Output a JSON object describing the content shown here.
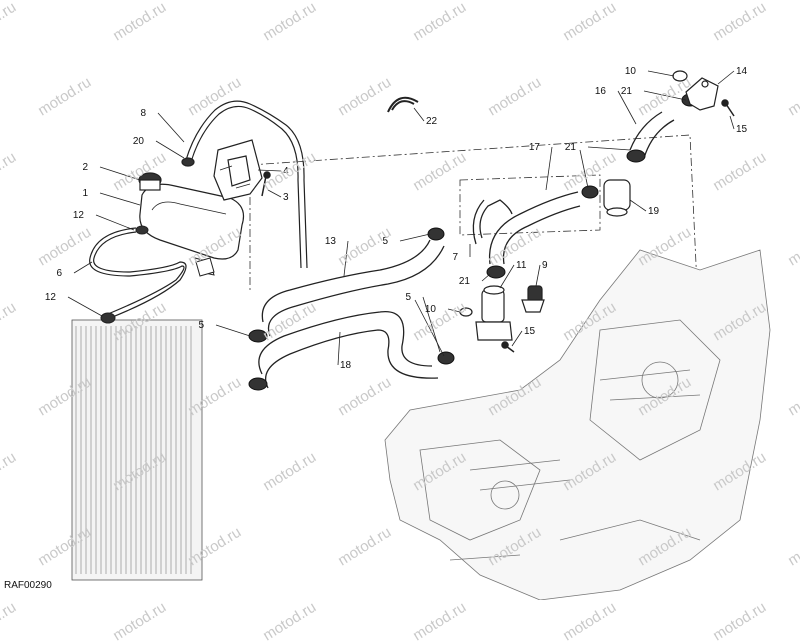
{
  "watermark": "motod.ru",
  "drawing_code": "RAF00290",
  "callouts": [
    {
      "id": "c1",
      "label": "1"
    },
    {
      "id": "c2",
      "label": "2"
    },
    {
      "id": "c3",
      "label": "3"
    },
    {
      "id": "c4",
      "label": "4"
    },
    {
      "id": "c5a",
      "label": "5"
    },
    {
      "id": "c5b",
      "label": "5"
    },
    {
      "id": "c5c",
      "label": "5"
    },
    {
      "id": "c6",
      "label": "6"
    },
    {
      "id": "c7",
      "label": "7"
    },
    {
      "id": "c8",
      "label": "8"
    },
    {
      "id": "c9",
      "label": "9"
    },
    {
      "id": "c10a",
      "label": "10"
    },
    {
      "id": "c10b",
      "label": "10"
    },
    {
      "id": "c11",
      "label": "11"
    },
    {
      "id": "c12a",
      "label": "12"
    },
    {
      "id": "c12b",
      "label": "12"
    },
    {
      "id": "c13",
      "label": "13"
    },
    {
      "id": "c14",
      "label": "14"
    },
    {
      "id": "c15a",
      "label": "15"
    },
    {
      "id": "c15b",
      "label": "15"
    },
    {
      "id": "c16",
      "label": "16"
    },
    {
      "id": "c17",
      "label": "17"
    },
    {
      "id": "c18",
      "label": "18"
    },
    {
      "id": "c19",
      "label": "19"
    },
    {
      "id": "c20",
      "label": "20"
    },
    {
      "id": "c21a",
      "label": "21"
    },
    {
      "id": "c21b",
      "label": "21"
    },
    {
      "id": "c21c",
      "label": "21"
    },
    {
      "id": "c22",
      "label": "22"
    }
  ]
}
